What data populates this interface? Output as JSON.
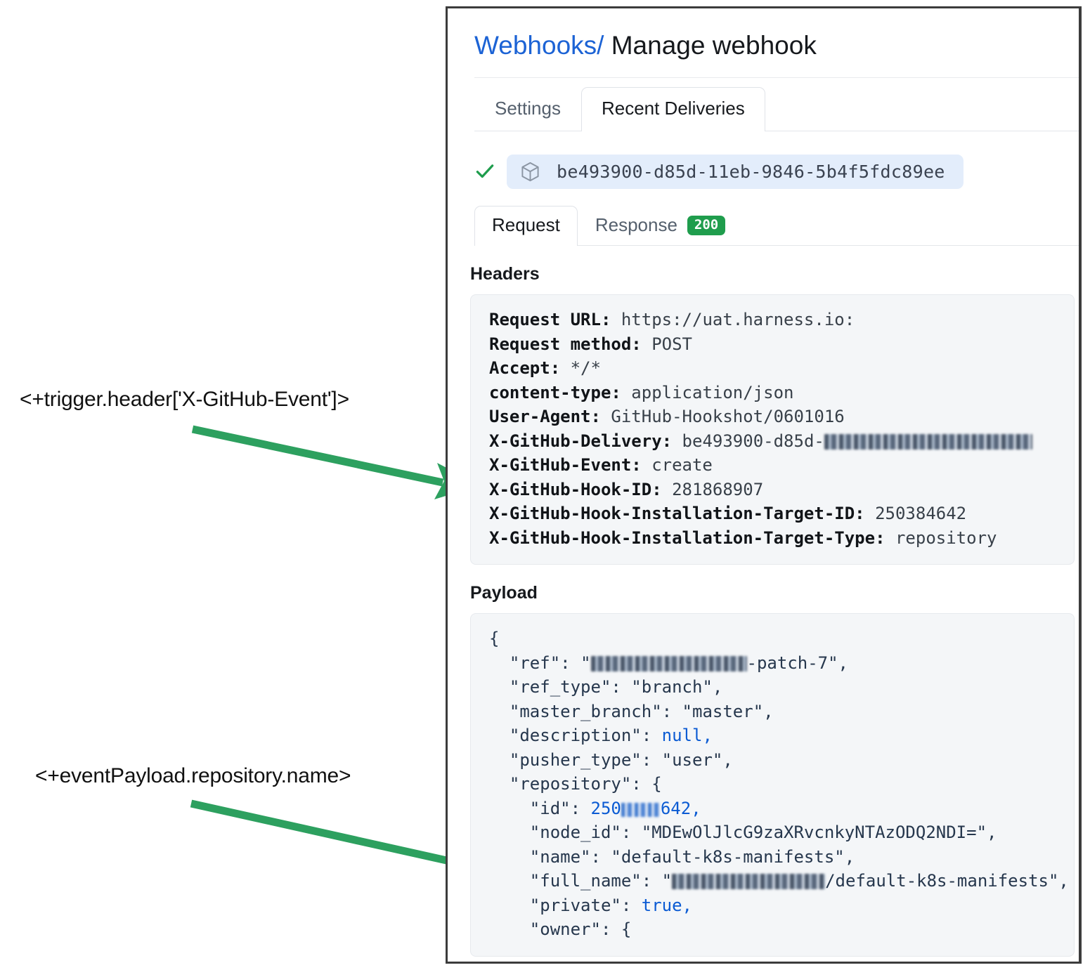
{
  "breadcrumb": {
    "link": "Webhooks",
    "separator": "/",
    "current": "Manage webhook"
  },
  "primary_tabs": [
    {
      "label": "Settings",
      "active": false
    },
    {
      "label": "Recent Deliveries",
      "active": true
    }
  ],
  "delivery": {
    "status_icon": "check-icon",
    "package_icon": "package-icon",
    "guid": "be493900-d85d-11eb-9846-5b4f5fdc89ee"
  },
  "secondary_tabs": [
    {
      "label": "Request",
      "active": true,
      "badge": null
    },
    {
      "label": "Response",
      "active": false,
      "badge": "200"
    }
  ],
  "sections": {
    "headers_title": "Headers",
    "payload_title": "Payload"
  },
  "headers": [
    {
      "name": "Request URL:",
      "value": "https://uat.harness.io:"
    },
    {
      "name": "Request method:",
      "value": "POST"
    },
    {
      "name": "Accept:",
      "value": "*/*"
    },
    {
      "name": "content-type:",
      "value": "application/json"
    },
    {
      "name": "User-Agent:",
      "value": "GitHub-Hookshot/0601016"
    },
    {
      "name": "X-GitHub-Delivery:",
      "value": "be493900-d85d-",
      "redacted": true
    },
    {
      "name": "X-GitHub-Event:",
      "value": "create"
    },
    {
      "name": "X-GitHub-Hook-ID:",
      "value": "281868907"
    },
    {
      "name": "X-GitHub-Hook-Installation-Target-ID:",
      "value": "250384642"
    },
    {
      "name": "X-GitHub-Hook-Installation-Target-Type:",
      "value": "repository"
    }
  ],
  "payload": {
    "open_brace": "{",
    "lines": [
      {
        "key": "\"ref\"",
        "value_prefix": "\"",
        "redacted": "ref",
        "value_suffix": "-patch-7\",",
        "indent": 1
      },
      {
        "key": "\"ref_type\"",
        "value": "\"branch\",",
        "type": "str",
        "indent": 1
      },
      {
        "key": "\"master_branch\"",
        "value": "\"master\",",
        "type": "str",
        "indent": 1
      },
      {
        "key": "\"description\"",
        "value": "null,",
        "type": "lit",
        "indent": 1
      },
      {
        "key": "\"pusher_type\"",
        "value": "\"user\",",
        "type": "str",
        "indent": 1
      },
      {
        "key": "\"repository\"",
        "value": "{",
        "type": "punc",
        "indent": 1
      },
      {
        "key": "\"id\"",
        "value_prefix": "250",
        "redacted": "id",
        "value_suffix": "642,",
        "type": "num",
        "indent": 2
      },
      {
        "key": "\"node_id\"",
        "value": "\"MDEwOlJlcG9zaXRvcnkyNTAzODQ2NDI=\",",
        "type": "str",
        "indent": 2
      },
      {
        "key": "\"name\"",
        "value": "\"default-k8s-manifests\",",
        "type": "str",
        "indent": 2
      },
      {
        "key": "\"full_name\"",
        "value_prefix": "\"",
        "redacted": "fullname",
        "value_suffix": "/default-k8s-manifests\",",
        "type": "str",
        "indent": 2
      },
      {
        "key": "\"private\"",
        "value": "true,",
        "type": "lit",
        "indent": 2
      },
      {
        "key": "\"owner\"",
        "value": "{",
        "type": "punc",
        "indent": 2
      }
    ]
  },
  "annotations": [
    {
      "label": "<+trigger.header['X-GitHub-Event']>",
      "points_to": "X-GitHub-Event header"
    },
    {
      "label": "<+eventPayload.repository.name>",
      "points_to": "repository name field"
    }
  ],
  "colors": {
    "link_blue": "#1c63d5",
    "arrow_green": "#2da05f",
    "badge_green": "#1f9d4d",
    "json_number_blue": "#0b5bd3",
    "code_bg": "#f4f6f8",
    "pill_bg": "#e3edfb"
  }
}
